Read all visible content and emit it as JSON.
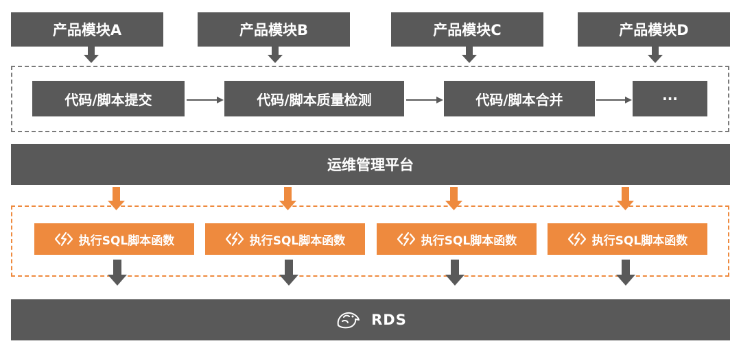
{
  "modules": [
    "产品模块A",
    "产品模块B",
    "产品模块C",
    "产品模块D"
  ],
  "steps": [
    "代码/脚本提交",
    "代码/脚本质量检测",
    "代码/脚本合并",
    "···"
  ],
  "platform": "运维管理平台",
  "functions": [
    "执行SQL脚本函数",
    "执行SQL脚本函数",
    "执行SQL脚本函数",
    "执行SQL脚本函数"
  ],
  "rds": "RDS",
  "icons": {
    "function": "function-code-icon",
    "rds": "rds-dolphin-icon"
  },
  "colors": {
    "dark_box": "#595959",
    "accent_orange": "#ee8a3e",
    "dashed_gray": "#7a7a7a",
    "arrow_gray": "#595959"
  }
}
